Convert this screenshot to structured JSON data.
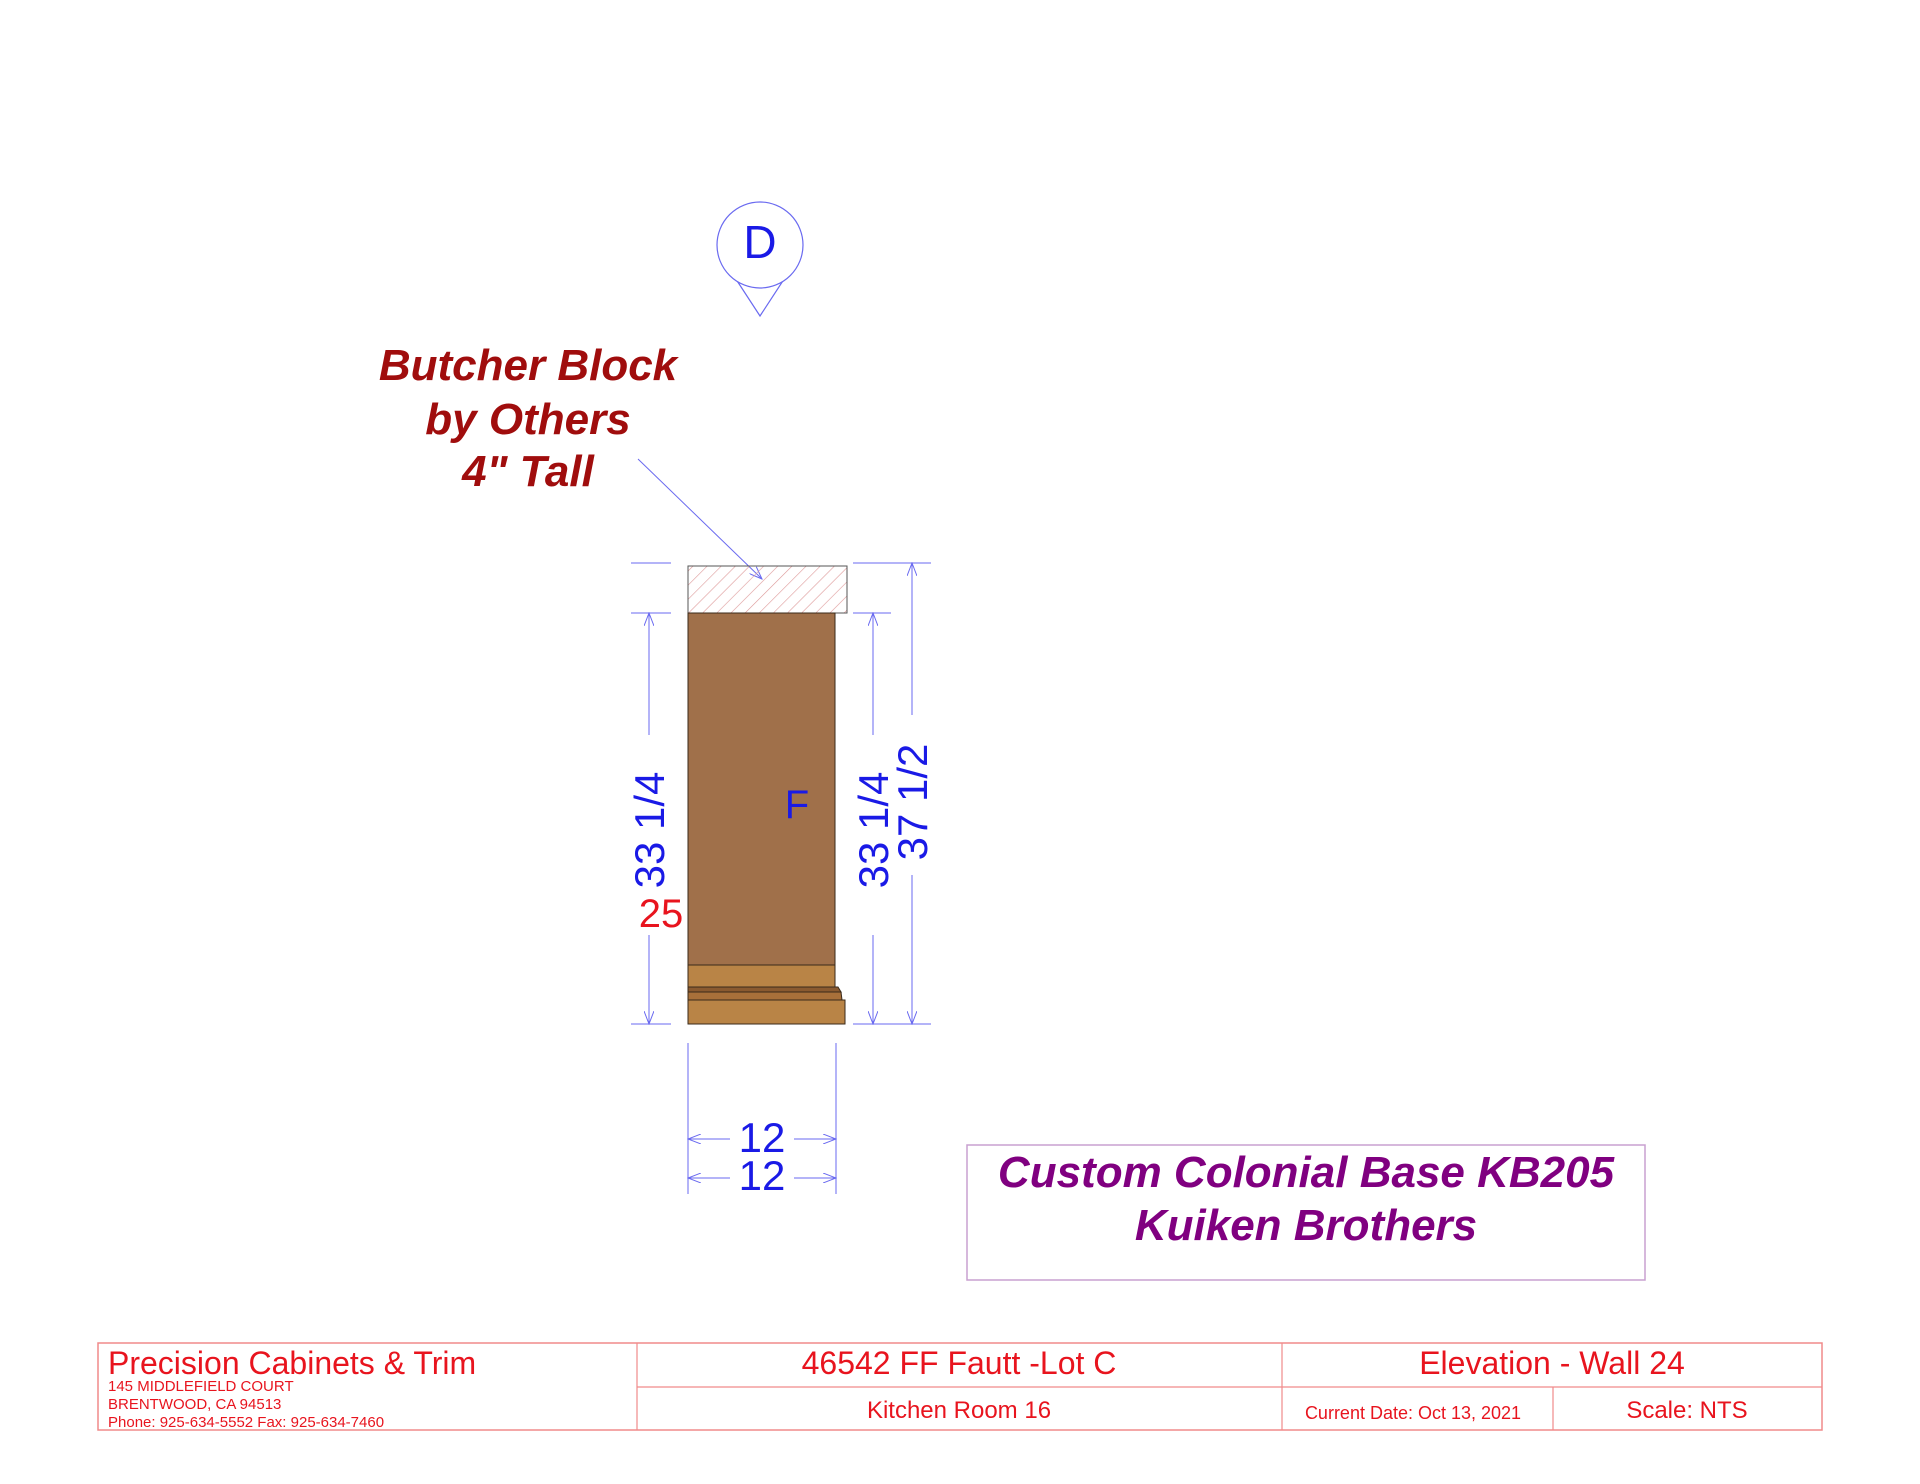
{
  "elevation_marker": {
    "letter": "D"
  },
  "annotation": {
    "lines": [
      "Butcher Block",
      "by Others",
      "4\" Tall"
    ]
  },
  "cabinet": {
    "label": "F",
    "item_number": "25"
  },
  "dimensions": {
    "left_height": "33 1/4",
    "right_height": "33 1/4",
    "overall_height": "37 1/2",
    "width_1": "12",
    "width_2": "12"
  },
  "product_title": {
    "lines": [
      "Custom Colonial Base KB205",
      "Kuiken Brothers"
    ]
  },
  "title_block": {
    "company": "Precision Cabinets & Trim",
    "address1": "145 MIDDLEFIELD COURT",
    "address2": "BRENTWOOD, CA 94513",
    "phone": "Phone: 925-634-5552 Fax: 925-634-7460",
    "project": "46542 FF Fautt -Lot C",
    "room": "Kitchen  Room 16",
    "view": "Elevation - Wall 24",
    "date": "Current Date: Oct 13, 2021",
    "scale": "Scale: NTS"
  },
  "colors": {
    "dimension": "#1a1ae6",
    "note": "#a00d0d",
    "title": "#800080",
    "titleblock": "#e8141e",
    "cabinet": "#a0704a"
  }
}
